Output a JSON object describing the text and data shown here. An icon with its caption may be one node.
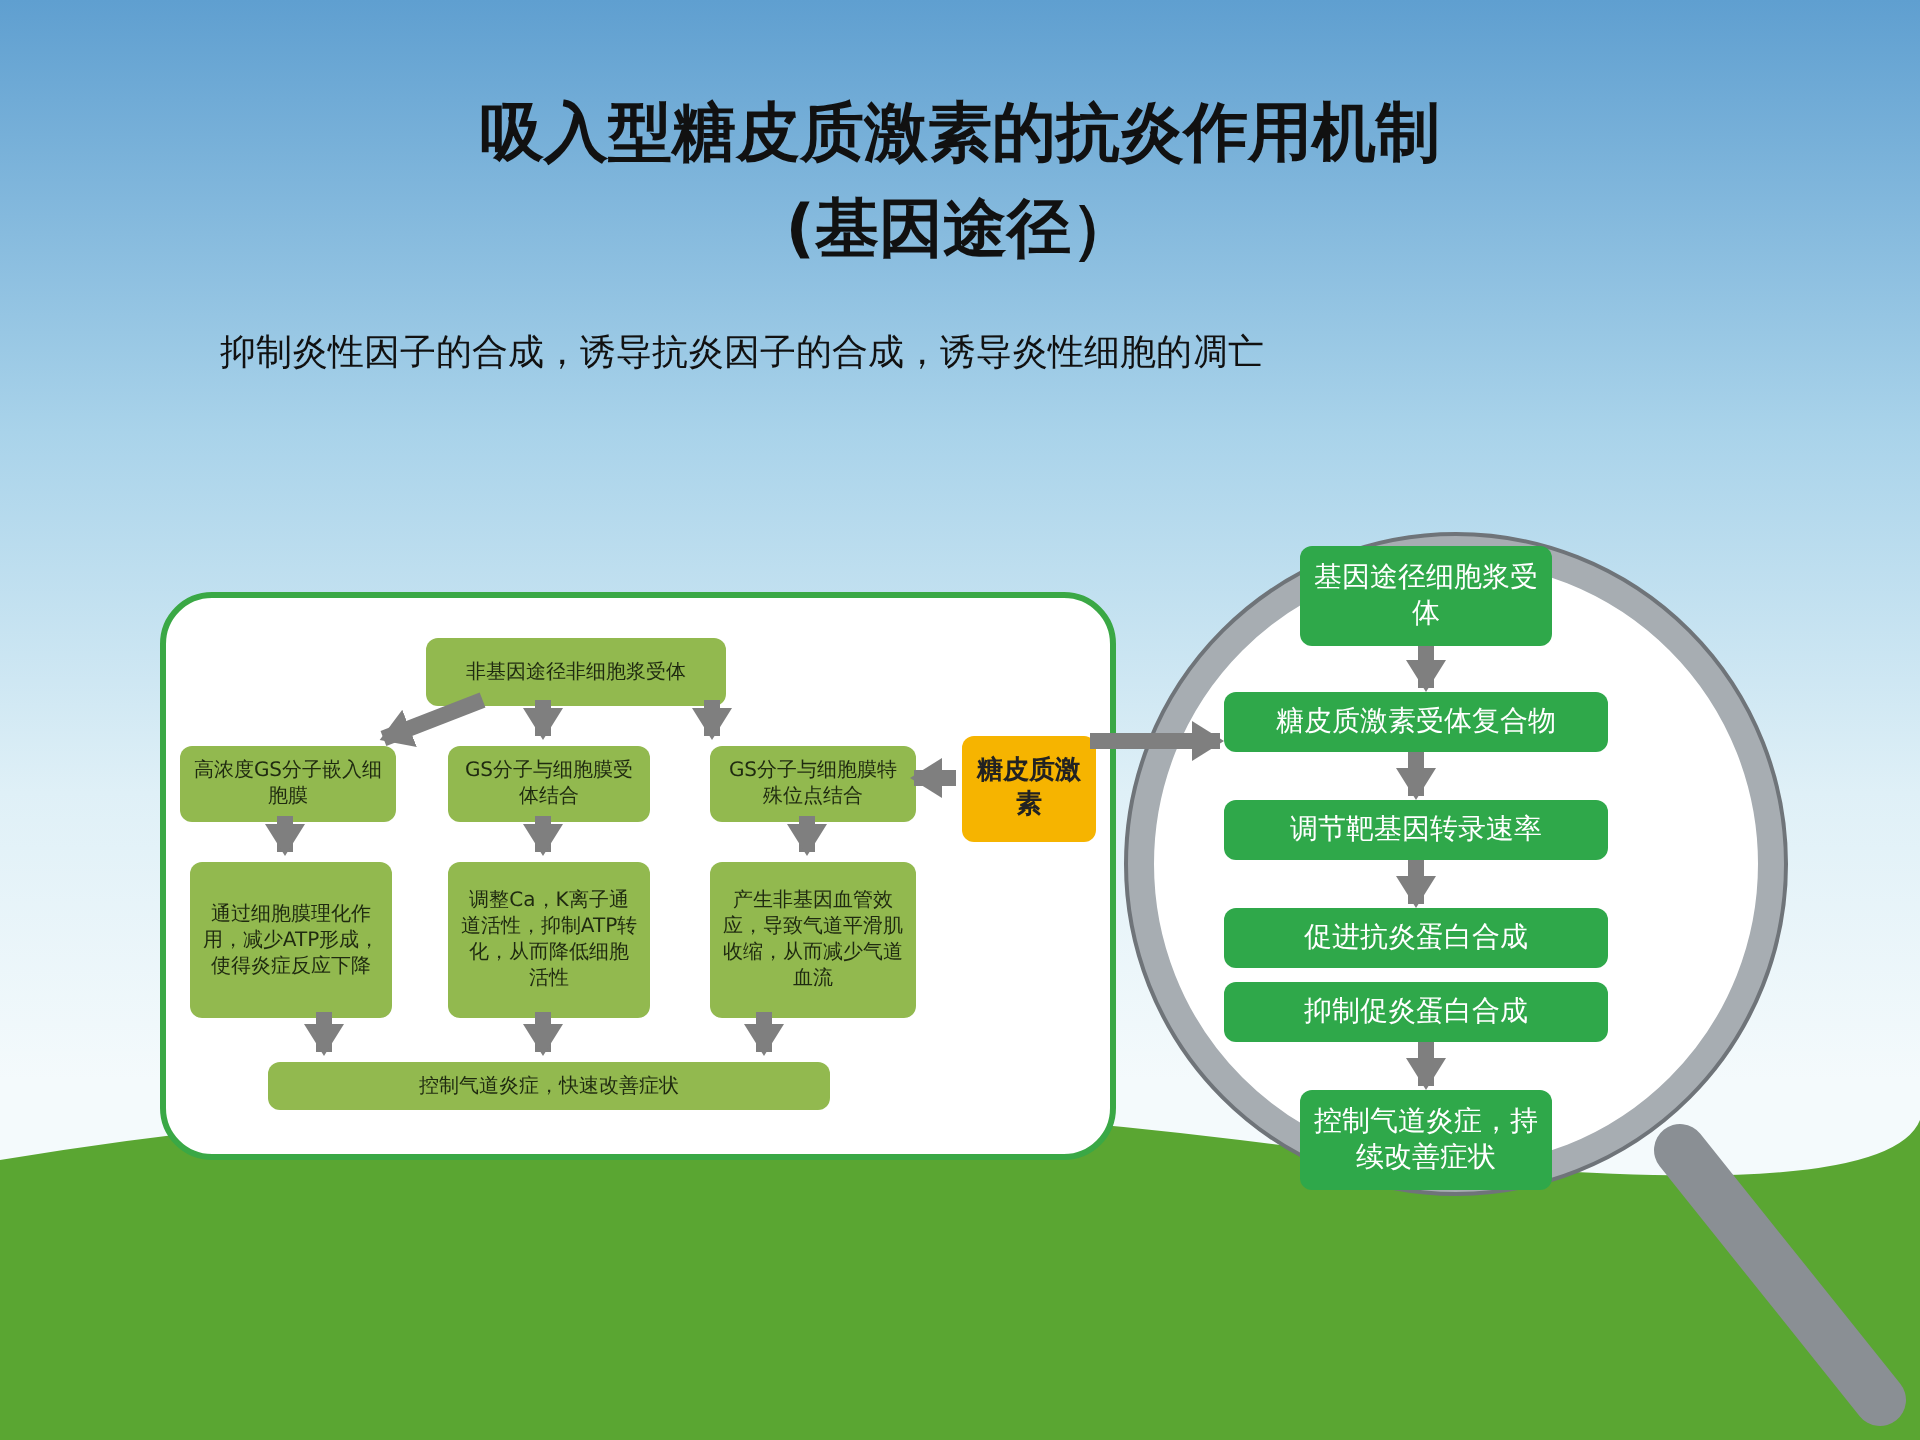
{
  "diagram": {
    "title": "吸入型糖皮质激素的抗炎作用机制(基因途径）",
    "nodes": [
      {
        "text": [],
        "shape": "box"
      },
      {
        "text": [
          "非基因途径非细胞浆受体"
        ],
        "in": 0
      },
      {
        "text": [
          "高浓度GS分子嵌入细胞膜"
        ],
        "in": 0
      },
      {
        "text": [
          "GS分子与细胞膜受体结合"
        ],
        "in": 0
      },
      {
        "text": [
          "GS分子与细胞膜特殊位点结合"
        ],
        "in": 0
      },
      {
        "text": [
          "通过细胞膜理化作用，减少ATP形成，使得炎症反应下降"
        ],
        "in": 0
      },
      {
        "text": [
          "调整Ca，K离子通道活性，抑制ATP转化，从而降低细胞活性"
        ],
        "in": 0
      },
      {
        "text": [
          "产生非基因血管效应，导致气道平滑肌收缩，从而减少气道血流"
        ],
        "in": 0
      },
      {
        "text": [
          "控制气道炎症，快速改善症状"
        ],
        "in": 0
      },
      {
        "text": [
          "糖皮质激素"
        ],
        "in": 0
      },
      {
        "text": [
          "基因途径细胞浆受体"
        ]
      },
      {
        "text": [
          "糖皮质激素受体复合物"
        ]
      },
      {
        "text": [
          "调节靶基因转录速率"
        ]
      },
      {
        "text": [
          "促进抗炎蛋白合成"
        ]
      },
      {
        "text": [
          "抑制促炎蛋白合成"
        ]
      },
      {
        "text": [
          "控制气道炎症，持续改善症状"
        ]
      }
    ],
    "edges": [
      {
        "from": 1,
        "to": 2,
        "arrow": "to"
      },
      {
        "from": 1,
        "to": 3,
        "arrow": "to"
      },
      {
        "from": 1,
        "to": 4,
        "arrow": "to"
      },
      {
        "from": 2,
        "to": 5,
        "arrow": "to"
      },
      {
        "from": 3,
        "to": 6,
        "arrow": "to"
      },
      {
        "from": 4,
        "to": 7,
        "arrow": "to"
      },
      {
        "from": 5,
        "to": 8,
        "arrow": "to"
      },
      {
        "from": 6,
        "to": 8,
        "arrow": "to"
      },
      {
        "from": 7,
        "to": 8,
        "arrow": "to"
      },
      {
        "from": 9,
        "to": 4,
        "arrow": "to"
      },
      {
        "from": 9,
        "to": 11,
        "arrow": "to"
      },
      {
        "from": 10,
        "to": 11,
        "arrow": "to"
      },
      {
        "from": 11,
        "to": 12,
        "arrow": "to"
      },
      {
        "from": 12,
        "to": 13,
        "arrow": "to"
      },
      {
        "from": 14,
        "to": 15,
        "arrow": "to"
      }
    ],
    "labels": [
      "抑制炎性因子的合成，诱导抗炎因子的合成，诱导炎性细胞的凋亡"
    ]
  }
}
